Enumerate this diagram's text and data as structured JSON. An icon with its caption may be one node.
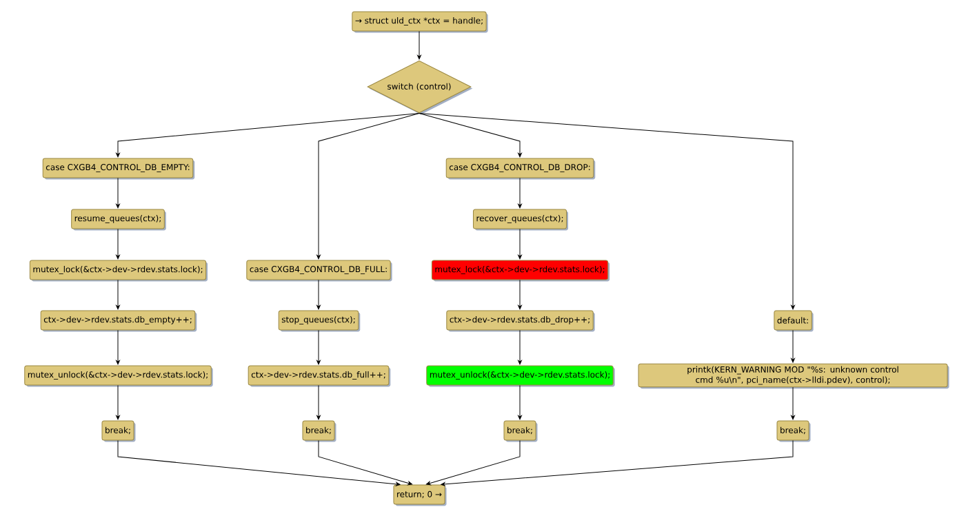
{
  "diagram": {
    "nodes": [
      {
        "text": [
          "→ struct uld_ctx *ctx = handle;"
        ]
      },
      {
        "text": [
          "switch (control)"
        ]
      },
      {
        "text": [
          "case CXGB4_CONTROL_DB_EMPTY:"
        ]
      },
      {
        "text": [
          "resume_queues(ctx);"
        ]
      },
      {
        "text": [
          "mutex_lock(&ctx->dev->rdev.stats.lock);"
        ]
      },
      {
        "text": [
          "ctx->dev->rdev.stats.db_empty++;"
        ]
      },
      {
        "text": [
          "mutex_unlock(&ctx->dev->rdev.stats.lock);"
        ]
      },
      {
        "text": [
          "break;"
        ]
      },
      {
        "text": [
          "case CXGB4_CONTROL_DB_FULL:"
        ]
      },
      {
        "text": [
          "stop_queues(ctx);"
        ]
      },
      {
        "text": [
          "ctx->dev->rdev.stats.db_full++;"
        ]
      },
      {
        "text": [
          "break;"
        ]
      },
      {
        "text": [
          "case CXGB4_CONTROL_DB_DROP:"
        ]
      },
      {
        "text": [
          "recover_queues(ctx);"
        ]
      },
      {
        "text": [
          "mutex_lock(&ctx->dev->rdev.stats.lock);"
        ]
      },
      {
        "text": [
          "ctx->dev->rdev.stats.db_drop++;"
        ]
      },
      {
        "text": [
          "mutex_unlock(&ctx->dev->rdev.stats.lock);"
        ]
      },
      {
        "text": [
          "break;"
        ]
      },
      {
        "text": [
          "default:"
        ]
      },
      {
        "text": [
          "printk(KERN_WARNING MOD \"%s: unknown control cmd %u\\n\", pci_name(ctx->lldi.pdev), control);"
        ]
      },
      {
        "text": [
          "break;"
        ]
      },
      {
        "text": [
          "return; 0 →"
        ]
      }
    ],
    "edges": [
      {
        "from": 0,
        "to": 1,
        "arrow": "to"
      },
      {
        "from": 1,
        "to": 2,
        "arrow": "to"
      },
      {
        "from": 1,
        "to": 8,
        "arrow": "to"
      },
      {
        "from": 1,
        "to": 12,
        "arrow": "to"
      },
      {
        "from": 1,
        "to": 18,
        "arrow": "to"
      },
      {
        "from": 2,
        "to": 3,
        "arrow": "to"
      },
      {
        "from": 3,
        "to": 4,
        "arrow": "to"
      },
      {
        "from": 4,
        "to": 5,
        "arrow": "to"
      },
      {
        "from": 5,
        "to": 6,
        "arrow": "to"
      },
      {
        "from": 6,
        "to": 7,
        "arrow": "to"
      },
      {
        "from": 8,
        "to": 9,
        "arrow": "to"
      },
      {
        "from": 9,
        "to": 10,
        "arrow": "to"
      },
      {
        "from": 10,
        "to": 11,
        "arrow": "to"
      },
      {
        "from": 12,
        "to": 13,
        "arrow": "to"
      },
      {
        "from": 13,
        "to": 14,
        "arrow": "to"
      },
      {
        "from": 14,
        "to": 15,
        "arrow": "to"
      },
      {
        "from": 15,
        "to": 16,
        "arrow": "to"
      },
      {
        "from": 16,
        "to": 17,
        "arrow": "to"
      },
      {
        "from": 18,
        "to": 19,
        "arrow": "to"
      },
      {
        "from": 19,
        "to": 20,
        "arrow": "to"
      },
      {
        "from": 7,
        "to": 21,
        "arrow": "to"
      },
      {
        "from": 11,
        "to": 21,
        "arrow": "to"
      },
      {
        "from": 17,
        "to": 21,
        "arrow": "to"
      },
      {
        "from": 20,
        "to": 21,
        "arrow": "to"
      }
    ]
  }
}
